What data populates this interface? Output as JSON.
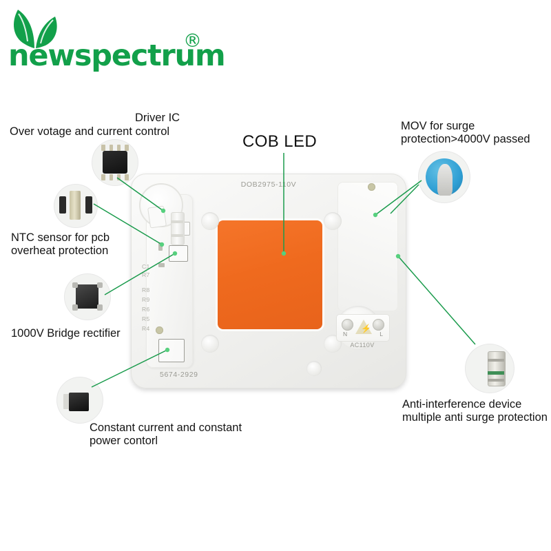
{
  "brand": {
    "name": "newspectrum",
    "trademark": "®",
    "logo_icon": "leaf-pair-icon",
    "color": "#12a04a"
  },
  "title": {
    "cob_led": "COB LED"
  },
  "annotations": [
    {
      "id": "driver-ic",
      "label": "Driver IC",
      "sub": "Over votage and current control",
      "inset_icon": "soic8-chip-icon"
    },
    {
      "id": "ntc-sensor",
      "label": "NTC sensor for pcb\noverheat protection",
      "inset_icon": "ntc-thermistor-icon"
    },
    {
      "id": "bridge-rectifier",
      "label": "1000V Bridge rectifier",
      "inset_icon": "bridge-rectifier-icon"
    },
    {
      "id": "constant-current",
      "label": "Constant current and constant\npower contorl",
      "inset_icon": "power-control-chip-icon"
    },
    {
      "id": "mov-surge",
      "label": "MOV for surge\nprotection>4000V passed",
      "inset_icon": "blue-varistor-disc-icon"
    },
    {
      "id": "anti-interference",
      "label": "Anti-interference device\nmultiple anti surge protection",
      "inset_icon": "axial-filter-component-icon"
    }
  ],
  "board": {
    "model_code": "DOB2975-110V",
    "batch_code": "5674-2929",
    "ac_label": "AC110V",
    "terminal_n": "N",
    "terminal_l": "L",
    "warning_icon": "high-voltage-lightning-icon",
    "refdes": [
      "C1",
      "R7",
      "R8",
      "R9",
      "R6",
      "R5",
      "R4"
    ],
    "emitter_color": "#ef6a1e",
    "substrate_color": "#f4f4f2"
  },
  "colors": {
    "leader_line": "#1a9b4c",
    "leader_dot": "#57d07e",
    "mov_blue": "#2f9fd4",
    "text": "#141414"
  }
}
